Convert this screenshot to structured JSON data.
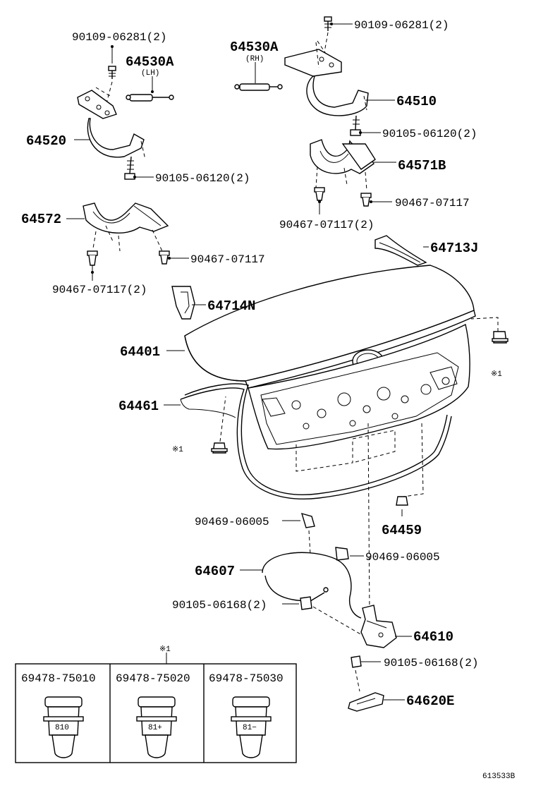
{
  "labels": {
    "bolt_hinge_lh": "90109-06281(2)",
    "stay_lh": "64530A",
    "stay_lh_side": "(LH)",
    "hinge_lh": "64520",
    "bolt_lower_lh": "90105-06120(2)",
    "support_lh": "64572",
    "clip_lh_left": "90467-07117(2)",
    "clip_lh_right": "90467-07117",
    "bolt_hinge_rh": "90109-06281(2)",
    "stay_rh": "64530A",
    "stay_rh_side": "(RH)",
    "hinge_rh": "64510",
    "bolt_lower_rh": "90105-06120(2)",
    "support_rh": "64571B",
    "clip_rh_right": "90467-07117",
    "clip_rh_left": "90467-07117(2)",
    "cover_rh": "64713J",
    "cover_lh": "64714N",
    "lid": "64401",
    "weatherstrip": "64461",
    "ref_right": "※1",
    "ref_left": "※1",
    "cushion": "64459",
    "clamp_upper": "90469-06005",
    "clamp_lower": "90469-06005",
    "cable": "64607",
    "bolt_cable": "90105-06168(2)",
    "lock": "64610",
    "bolt_lock": "90105-06168(2)",
    "striker": "64620E",
    "table_ref": "※1",
    "diagram_id": "613533B"
  },
  "cushion_table": {
    "columns": [
      {
        "part_no": "69478-75010",
        "marking": "810"
      },
      {
        "part_no": "69478-75020",
        "marking": "81+"
      },
      {
        "part_no": "69478-75030",
        "marking": "81−"
      }
    ]
  }
}
